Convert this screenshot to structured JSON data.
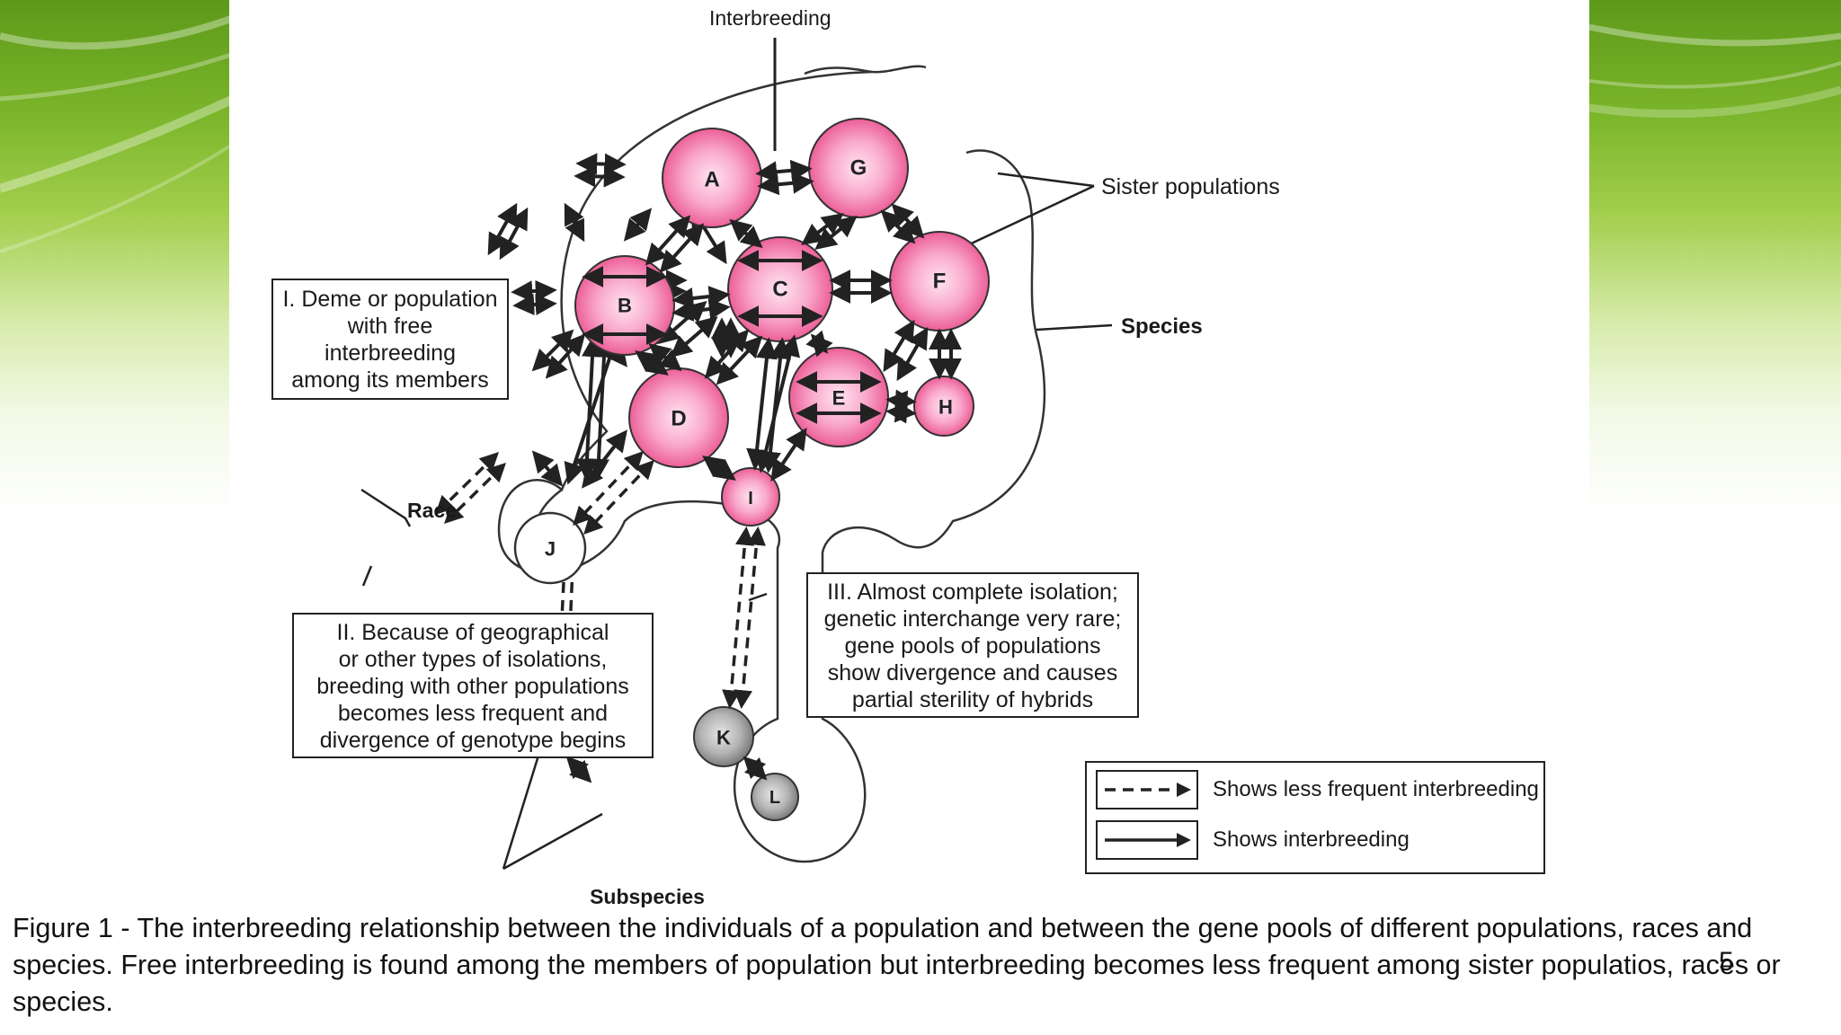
{
  "labels": {
    "interbreeding": "Interbreeding",
    "sister_populations": "Sister populations",
    "species": "Species",
    "race": "Race",
    "subspecies": "Subspecies"
  },
  "nodes": {
    "A": "A",
    "B": "B",
    "C": "C",
    "D": "D",
    "E": "E",
    "F": "F",
    "G": "G",
    "H": "H",
    "I": "I",
    "J": "J",
    "K": "K",
    "L": "L"
  },
  "boxes": {
    "deme": [
      "I. Deme or population",
      "with free",
      "interbreeding",
      "among its members"
    ],
    "isolation": [
      "II. Because of geographical",
      "or other types of isolations,",
      "breeding with other populations",
      "becomes less frequent and",
      "divergence of genotype begins"
    ],
    "almost_complete": [
      "III. Almost complete isolation;",
      "genetic interchange very rare;",
      "gene pools of populations",
      "show divergence and causes",
      "partial sterility of hybrids"
    ]
  },
  "legend": {
    "dashed": "Shows less frequent interbreeding",
    "solid": "Shows interbreeding"
  },
  "caption": {
    "prefix": "Figure 1 - ",
    "text": "The interbreeding relationship between the individuals of a population and between the gene pools of different populations, races and species. Free interbreeding is found among the members of  population but interbreeding becomes less frequent among sister populatios, races or species."
  },
  "slide_number": "5",
  "colors": {
    "node_pink": "#f07aa8",
    "node_gray": "#9a9a9a",
    "green_band": "#7ab52a"
  }
}
